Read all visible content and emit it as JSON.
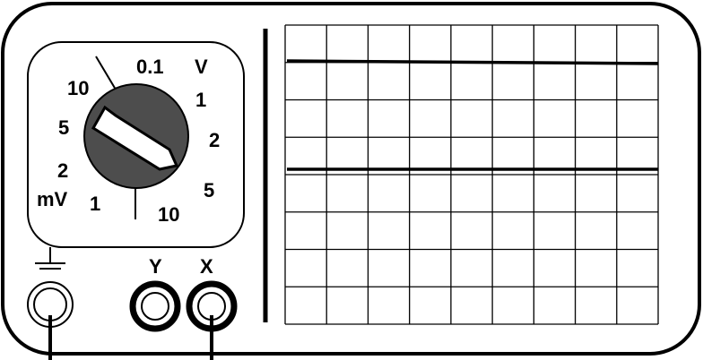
{
  "dial": {
    "labels": {
      "v_0_1": "0.1",
      "v_unit": "V",
      "v_1": "1",
      "v_2": "2",
      "v_5": "5",
      "v_10": "10",
      "mv_10": "10",
      "mv_5": "5",
      "mv_2": "2",
      "mv_unit": "mV",
      "mv_1": "1"
    }
  },
  "terminals": {
    "y_label": "Y",
    "x_label": "X"
  },
  "screen": {
    "columns": 9,
    "rows": 8
  },
  "icons": {
    "ground": "ground-symbol-icon"
  }
}
